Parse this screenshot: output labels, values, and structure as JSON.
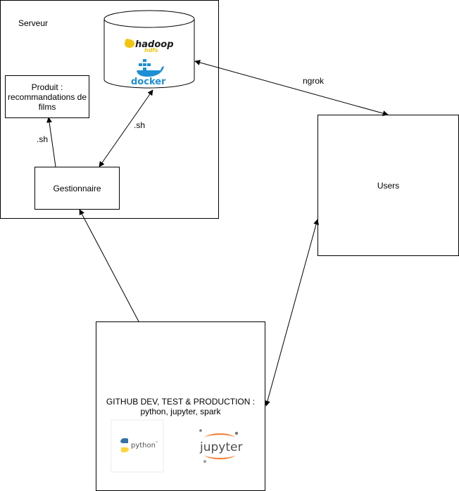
{
  "server": {
    "label": "Serveur"
  },
  "storage": {
    "hadoop_logo": "hadoop",
    "hadoop_sub": "hdfs",
    "docker_logo": "docker"
  },
  "product": {
    "line1": "Produit :",
    "line2": "recommandations de",
    "line3": "films"
  },
  "manager": {
    "label": "Gestionnaire"
  },
  "users": {
    "label": "Users"
  },
  "github": {
    "line1": "GITHUB DEV, TEST & PRODUCTION :",
    "line2": "python, jupyter, spark"
  },
  "logos": {
    "python": "python",
    "python_tm": "™",
    "jupyter": "jupyter"
  },
  "edges": {
    "sh_product": ".sh",
    "sh_storage": ".sh",
    "ngrok": "ngrok"
  },
  "colors": {
    "hadoop_yellow": "#f2c511",
    "docker_blue": "#1d8fd6",
    "jupyter_orange": "#f37626",
    "python_blue": "#3572a5",
    "python_yellow": "#ffd43b"
  }
}
